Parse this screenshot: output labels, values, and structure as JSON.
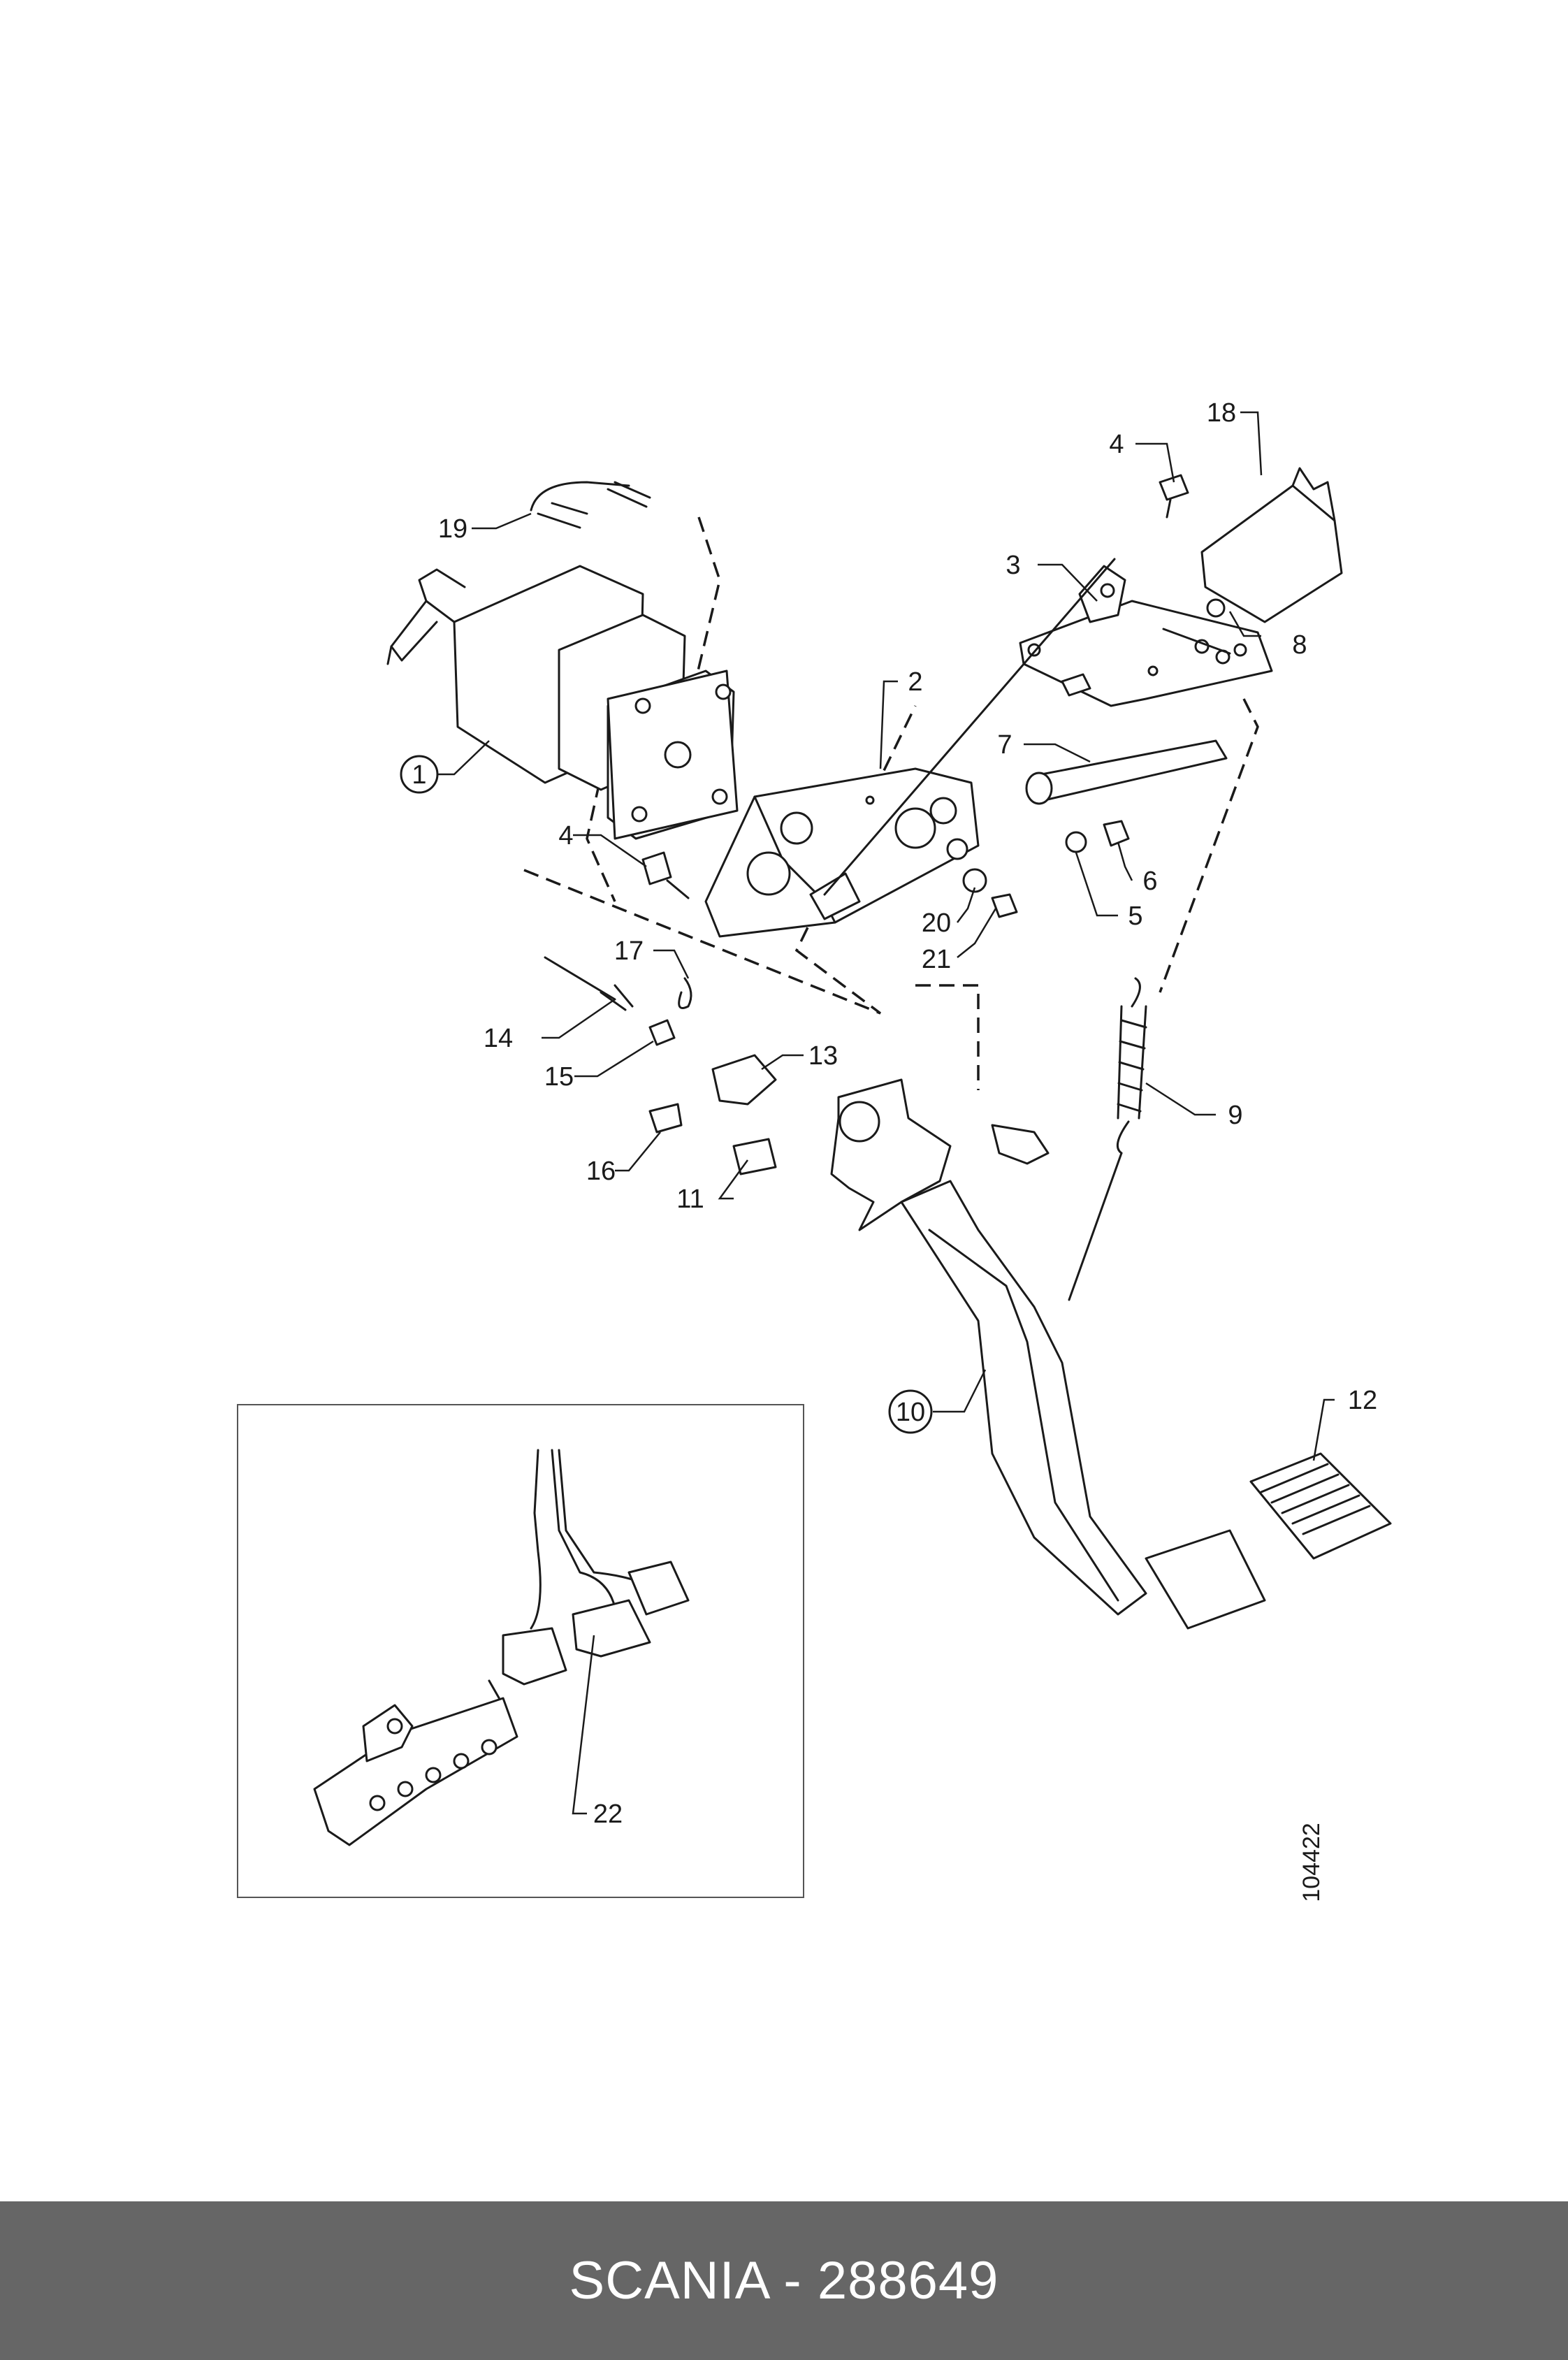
{
  "callouts": {
    "c1": "1",
    "c2": "2",
    "c3": "3",
    "c4a": "4",
    "c4b": "4",
    "c5": "5",
    "c6": "6",
    "c7": "7",
    "c8": "8",
    "c9": "9",
    "c10": "10",
    "c11": "11",
    "c12": "12",
    "c13": "13",
    "c14": "14",
    "c15": "15",
    "c16": "16",
    "c17": "17",
    "c18": "18",
    "c19": "19",
    "c20": "20",
    "c21": "21",
    "c22": "22"
  },
  "drawing_number": "104422",
  "footer": {
    "text": "SCANIA - 288649"
  }
}
